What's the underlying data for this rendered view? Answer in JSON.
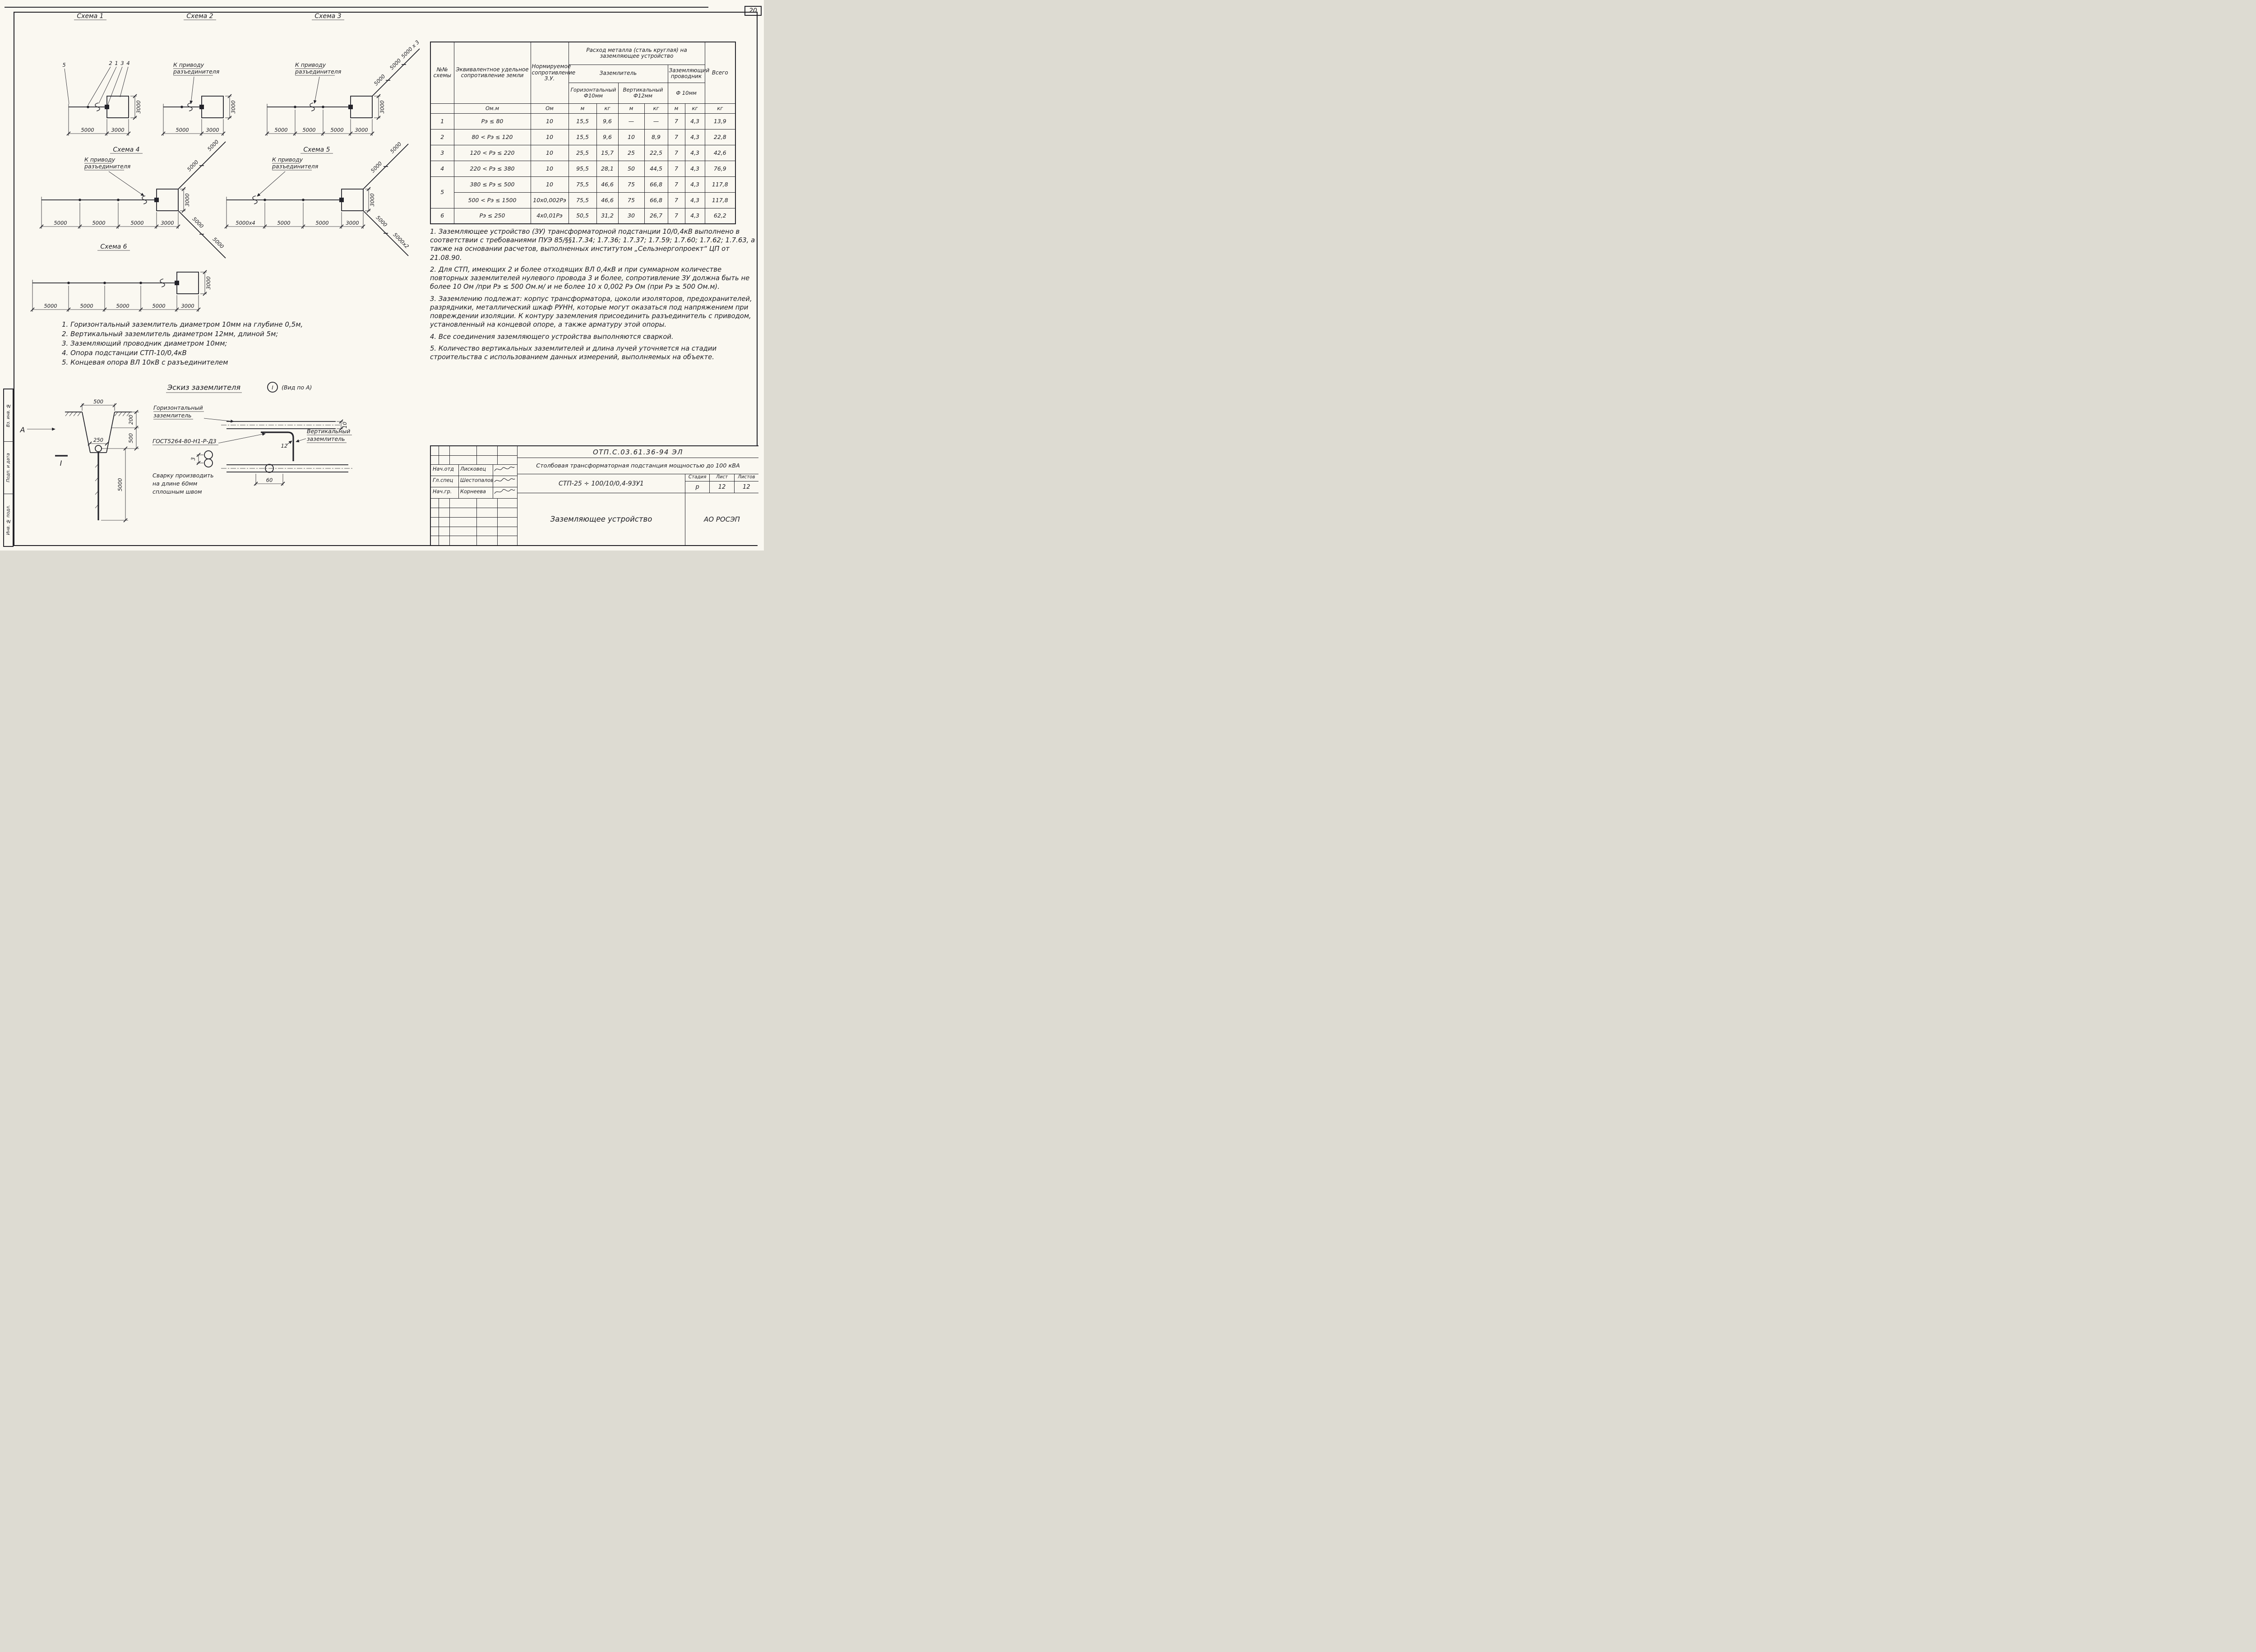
{
  "sheet_number": "20",
  "edge_strip": {
    "vz": "Вз. инв. №",
    "sign": "Подп. и дата",
    "inv": "Инв. № подл."
  },
  "common": {
    "drive_l1": "К приводу",
    "drive_l2": "разъединителя"
  },
  "schemes": {
    "s1": {
      "title": "Схема 1",
      "callouts": [
        "5",
        "2",
        "1",
        "3",
        "4"
      ],
      "dims": [
        "5000",
        "3000"
      ],
      "vdim": "3000"
    },
    "s2": {
      "title": "Схема 2",
      "dims": [
        "5000",
        "3000"
      ],
      "vdim": "3000"
    },
    "s3": {
      "title": "Схема 3",
      "dims": [
        "5000",
        "5000",
        "5000",
        "3000"
      ],
      "vdim": "3000",
      "ray": [
        "5000",
        "5000",
        "5000 x 3"
      ]
    },
    "s4": {
      "title": "Схема 4",
      "dims": [
        "5000",
        "5000",
        "5000",
        "3000"
      ],
      "vdim": "3000",
      "ray_up": [
        "5000",
        "5000"
      ],
      "ray_down": [
        "5000",
        "5000"
      ]
    },
    "s5": {
      "title": "Схема 5",
      "dims": [
        "5000x4",
        "5000",
        "5000",
        "3000"
      ],
      "vdim": "3000",
      "ray_up": [
        "5000",
        "5000"
      ],
      "ray_down": [
        "5000",
        "5000x2"
      ]
    },
    "s6": {
      "title": "Схема 6",
      "dims": [
        "5000",
        "5000",
        "5000",
        "5000",
        "3000"
      ],
      "vdim": "3000"
    }
  },
  "legend": [
    "1. Горизонтальный заземлитель диаметром 10мм на глубине 0,5м,",
    "2. Вертикальный заземлитель диаметром 12мм, длиной 5м;",
    "3. Заземляющий проводник диаметром 10мм;",
    "4. Опора подстанции СТП-10/0,4кВ",
    "5. Концевая опора ВЛ 10кВ с разъединителем"
  ],
  "sketch": {
    "title": "Эскиз заземлителя",
    "view_mark": "I",
    "view_label": "(Вид по А)",
    "a_mark": "А",
    "section_mark": "I",
    "horiz_l1": "Горизонтальный",
    "horiz_l2": "заземлитель",
    "vert_l1": "Вертикальный",
    "vert_l2": "заземлитель",
    "gost": "ГОСТ5264-80-Н1-Р-Д3",
    "weld_l1": "Сварку производить",
    "weld_l2": "на длине 60мм",
    "weld_l3": "сплошным швом",
    "d_width": "500",
    "d_bottom": "250",
    "d_depth1": "200",
    "d_depth2": "500",
    "d_rod": "5000",
    "d_rod_dia": "12",
    "d_bar_dia": "10",
    "d_gap": "3",
    "d_weld": "60"
  },
  "table": {
    "h_scheme": "№№ схемы",
    "h_resist": "Эквивалентное удельное сопротивление земли",
    "h_norm": "Нормируемое сопротивление З.У.",
    "h_metal": "Расход металла (сталь круглая) на заземляющее устройство",
    "h_zaz": "Заземлитель",
    "h_cond": "Заземляющий проводник",
    "h_horiz": "Горизонтальный Ф10мм",
    "h_vert": "Вертикальный Ф12мм",
    "h_f10": "Ф 10мм",
    "h_total": "Всего",
    "units": [
      "Ом.м",
      "Ом",
      "м",
      "кг",
      "м",
      "кг",
      "м",
      "кг",
      "кг"
    ],
    "rows": [
      {
        "n": "1",
        "r": "Рэ ≤ 80",
        "z": "10",
        "hm": "15,5",
        "hk": "9,6",
        "vm": "—",
        "vk": "—",
        "pm": "7",
        "pk": "4,3",
        "t": "13,9"
      },
      {
        "n": "2",
        "r": "80 < Рэ ≤ 120",
        "z": "10",
        "hm": "15,5",
        "hk": "9,6",
        "vm": "10",
        "vk": "8,9",
        "pm": "7",
        "pk": "4,3",
        "t": "22,8"
      },
      {
        "n": "3",
        "r": "120 < Рэ ≤ 220",
        "z": "10",
        "hm": "25,5",
        "hk": "15,7",
        "vm": "25",
        "vk": "22,5",
        "pm": "7",
        "pk": "4,3",
        "t": "42,6"
      },
      {
        "n": "4",
        "r": "220 < Рэ ≤ 380",
        "z": "10",
        "hm": "95,5",
        "hk": "28,1",
        "vm": "50",
        "vk": "44,5",
        "pm": "7",
        "pk": "4,3",
        "t": "76,9"
      },
      {
        "n": "5",
        "r": "380 ≤ Рэ ≤ 500",
        "z": "10",
        "hm": "75,5",
        "hk": "46,6",
        "vm": "75",
        "vk": "66,8",
        "pm": "7",
        "pk": "4,3",
        "t": "117,8"
      },
      {
        "r": "500 < Рэ ≤ 1500",
        "z": "10x0,002Рэ",
        "hm": "75,5",
        "hk": "46,6",
        "vm": "75",
        "vk": "66,8",
        "pm": "7",
        "pk": "4,3",
        "t": "117,8"
      },
      {
        "n": "6",
        "r": "Рэ ≤ 250",
        "z": "4x0,01Рэ",
        "hm": "50,5",
        "hk": "31,2",
        "vm": "30",
        "vk": "26,7",
        "pm": "7",
        "pk": "4,3",
        "t": "62,2"
      }
    ]
  },
  "notes": [
    "1. Заземляющее устройство (ЗУ) трансформаторной подстанции 10/0,4кВ выполнено в соответствии с требованиями ПУЭ 85/§§1.7.34; 1.7.36; 1.7.37; 1.7.59; 1.7.60; 1.7.62; 1.7.63, а также на основании расчетов, выполненных институтом „Сельэнергопроект“ ЦП от 21.08.90.",
    "2. Для СТП, имеющих 2 и более отходящих ВЛ 0,4кВ и при суммарном количестве повторных заземлителей нулевого провода 3 и более, сопротивление ЗУ должна быть не более 10 Ом /при Рэ ≤ 500 Ом.м/ и не более 10 x 0,002 Рэ Ом (при Рэ ≥ 500 Ом.м).",
    "3. Заземлению подлежат: корпус трансформатора, цоколи изоляторов, предохранителей, разрядники, металлический шкаф РУНН, которые могут оказаться под напряжением при повреждении изоляции. К контуру заземления присоединить разъединитель с приводом, установленный на концевой опоре, а также арматуру этой опоры.",
    "4. Все соединения заземляющего устройства выполняются сваркой.",
    "5. Количество вертикальных заземлителей и длина лучей уточняется на стадии строительства с использованием данных измерений, выполняемых на объекте."
  ],
  "stamp": {
    "code": "ОТП.С.03.61.36-94 ЭЛ",
    "object": "Столбовая трансформаторная подстанция мощностью до 100 кВА",
    "designation": "СТП-25 ÷ 100/10/0,4-93У1",
    "stage_label": "Стадия",
    "sheet_label": "Лист",
    "sheets_label": "Листов",
    "stage": "р",
    "sheet": "12",
    "sheets": "12",
    "drawing_title": "Заземляющее устройство",
    "org": "АО РОСЭП",
    "roles": [
      {
        "role": "Нач.отд",
        "name": "Лисковец"
      },
      {
        "role": "Гл.спец",
        "name": "Шестопалов"
      },
      {
        "role": "Нач.гр.",
        "name": "Корнеева"
      }
    ]
  }
}
